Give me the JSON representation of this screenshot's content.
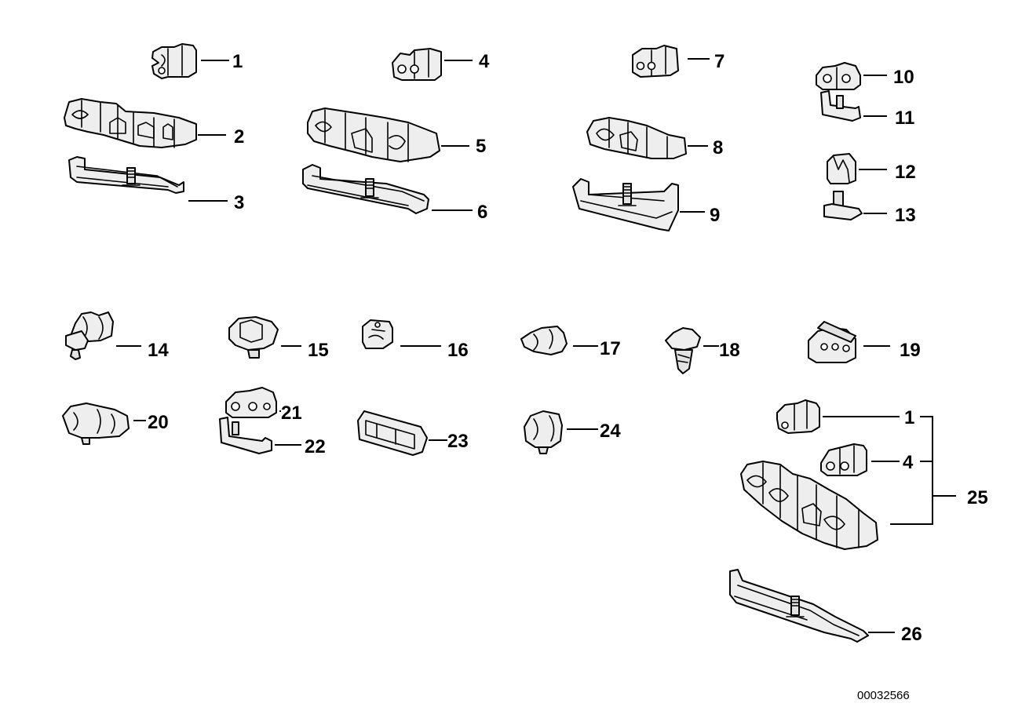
{
  "diagram": {
    "callouts": [
      {
        "id": "c1",
        "number": "1"
      },
      {
        "id": "c2",
        "number": "2"
      },
      {
        "id": "c3",
        "number": "3"
      },
      {
        "id": "c4",
        "number": "4"
      },
      {
        "id": "c5",
        "number": "5"
      },
      {
        "id": "c6",
        "number": "6"
      },
      {
        "id": "c7",
        "number": "7"
      },
      {
        "id": "c8",
        "number": "8"
      },
      {
        "id": "c9",
        "number": "9"
      },
      {
        "id": "c10",
        "number": "10"
      },
      {
        "id": "c11",
        "number": "11"
      },
      {
        "id": "c12",
        "number": "12"
      },
      {
        "id": "c13",
        "number": "13"
      },
      {
        "id": "c14",
        "number": "14"
      },
      {
        "id": "c15",
        "number": "15"
      },
      {
        "id": "c16",
        "number": "16"
      },
      {
        "id": "c17",
        "number": "17"
      },
      {
        "id": "c18",
        "number": "18"
      },
      {
        "id": "c19",
        "number": "19"
      },
      {
        "id": "c20",
        "number": "20"
      },
      {
        "id": "c21",
        "number": "21"
      },
      {
        "id": "c22",
        "number": "22"
      },
      {
        "id": "c23",
        "number": "23"
      },
      {
        "id": "c24",
        "number": "24"
      },
      {
        "id": "c1b",
        "number": "1"
      },
      {
        "id": "c4b",
        "number": "4"
      },
      {
        "id": "c25",
        "number": "25"
      },
      {
        "id": "c26",
        "number": "26"
      }
    ],
    "document_number": "00032566"
  }
}
